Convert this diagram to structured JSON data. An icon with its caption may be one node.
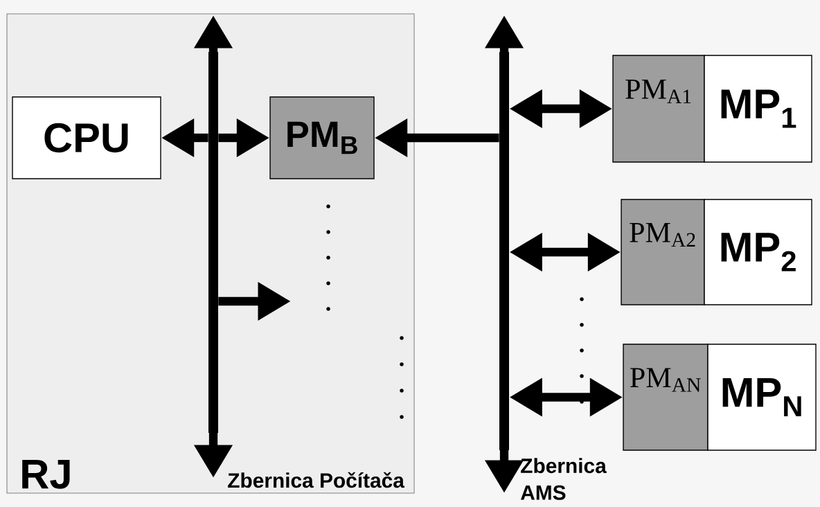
{
  "diagram": {
    "nodes": [
      {
        "text": [
          "RJ"
        ]
      },
      {
        "text": [
          "CPU"
        ],
        "in": 0
      },
      {
        "text": [
          "PM$_{B}$"
        ],
        "in": 0
      },
      {
        "text": [],
        "shape": "bar",
        "in": 0,
        "beside": [
          "Zbernica Počítača"
        ]
      },
      {
        "text": [],
        "shape": "bar",
        "beside": [
          "Zbernica AMS"
        ]
      },
      {
        "text": [
          "PM$_{A1}$"
        ]
      },
      {
        "text": [
          "MP$_{1}$"
        ]
      },
      {
        "text": [
          "PM$_{A2}$"
        ]
      },
      {
        "text": [
          "MP$_{2}$"
        ]
      },
      {
        "text": [
          "PM$_{AN}$"
        ]
      },
      {
        "text": [
          "MP$_{N}$"
        ]
      }
    ],
    "edges": [
      {
        "from": 3,
        "to": 1,
        "arrow": "to"
      },
      {
        "from": 3,
        "to": 2,
        "arrow": "to"
      },
      {
        "from": 4,
        "to": 2,
        "arrow": "to"
      },
      {
        "from": 3,
        "to": null,
        "arrow": "to"
      },
      {
        "from": 4,
        "to": 5,
        "arrow": "both"
      },
      {
        "from": 4,
        "to": 7,
        "arrow": "both"
      },
      {
        "from": 4,
        "to": 9,
        "arrow": "both"
      }
    ]
  }
}
